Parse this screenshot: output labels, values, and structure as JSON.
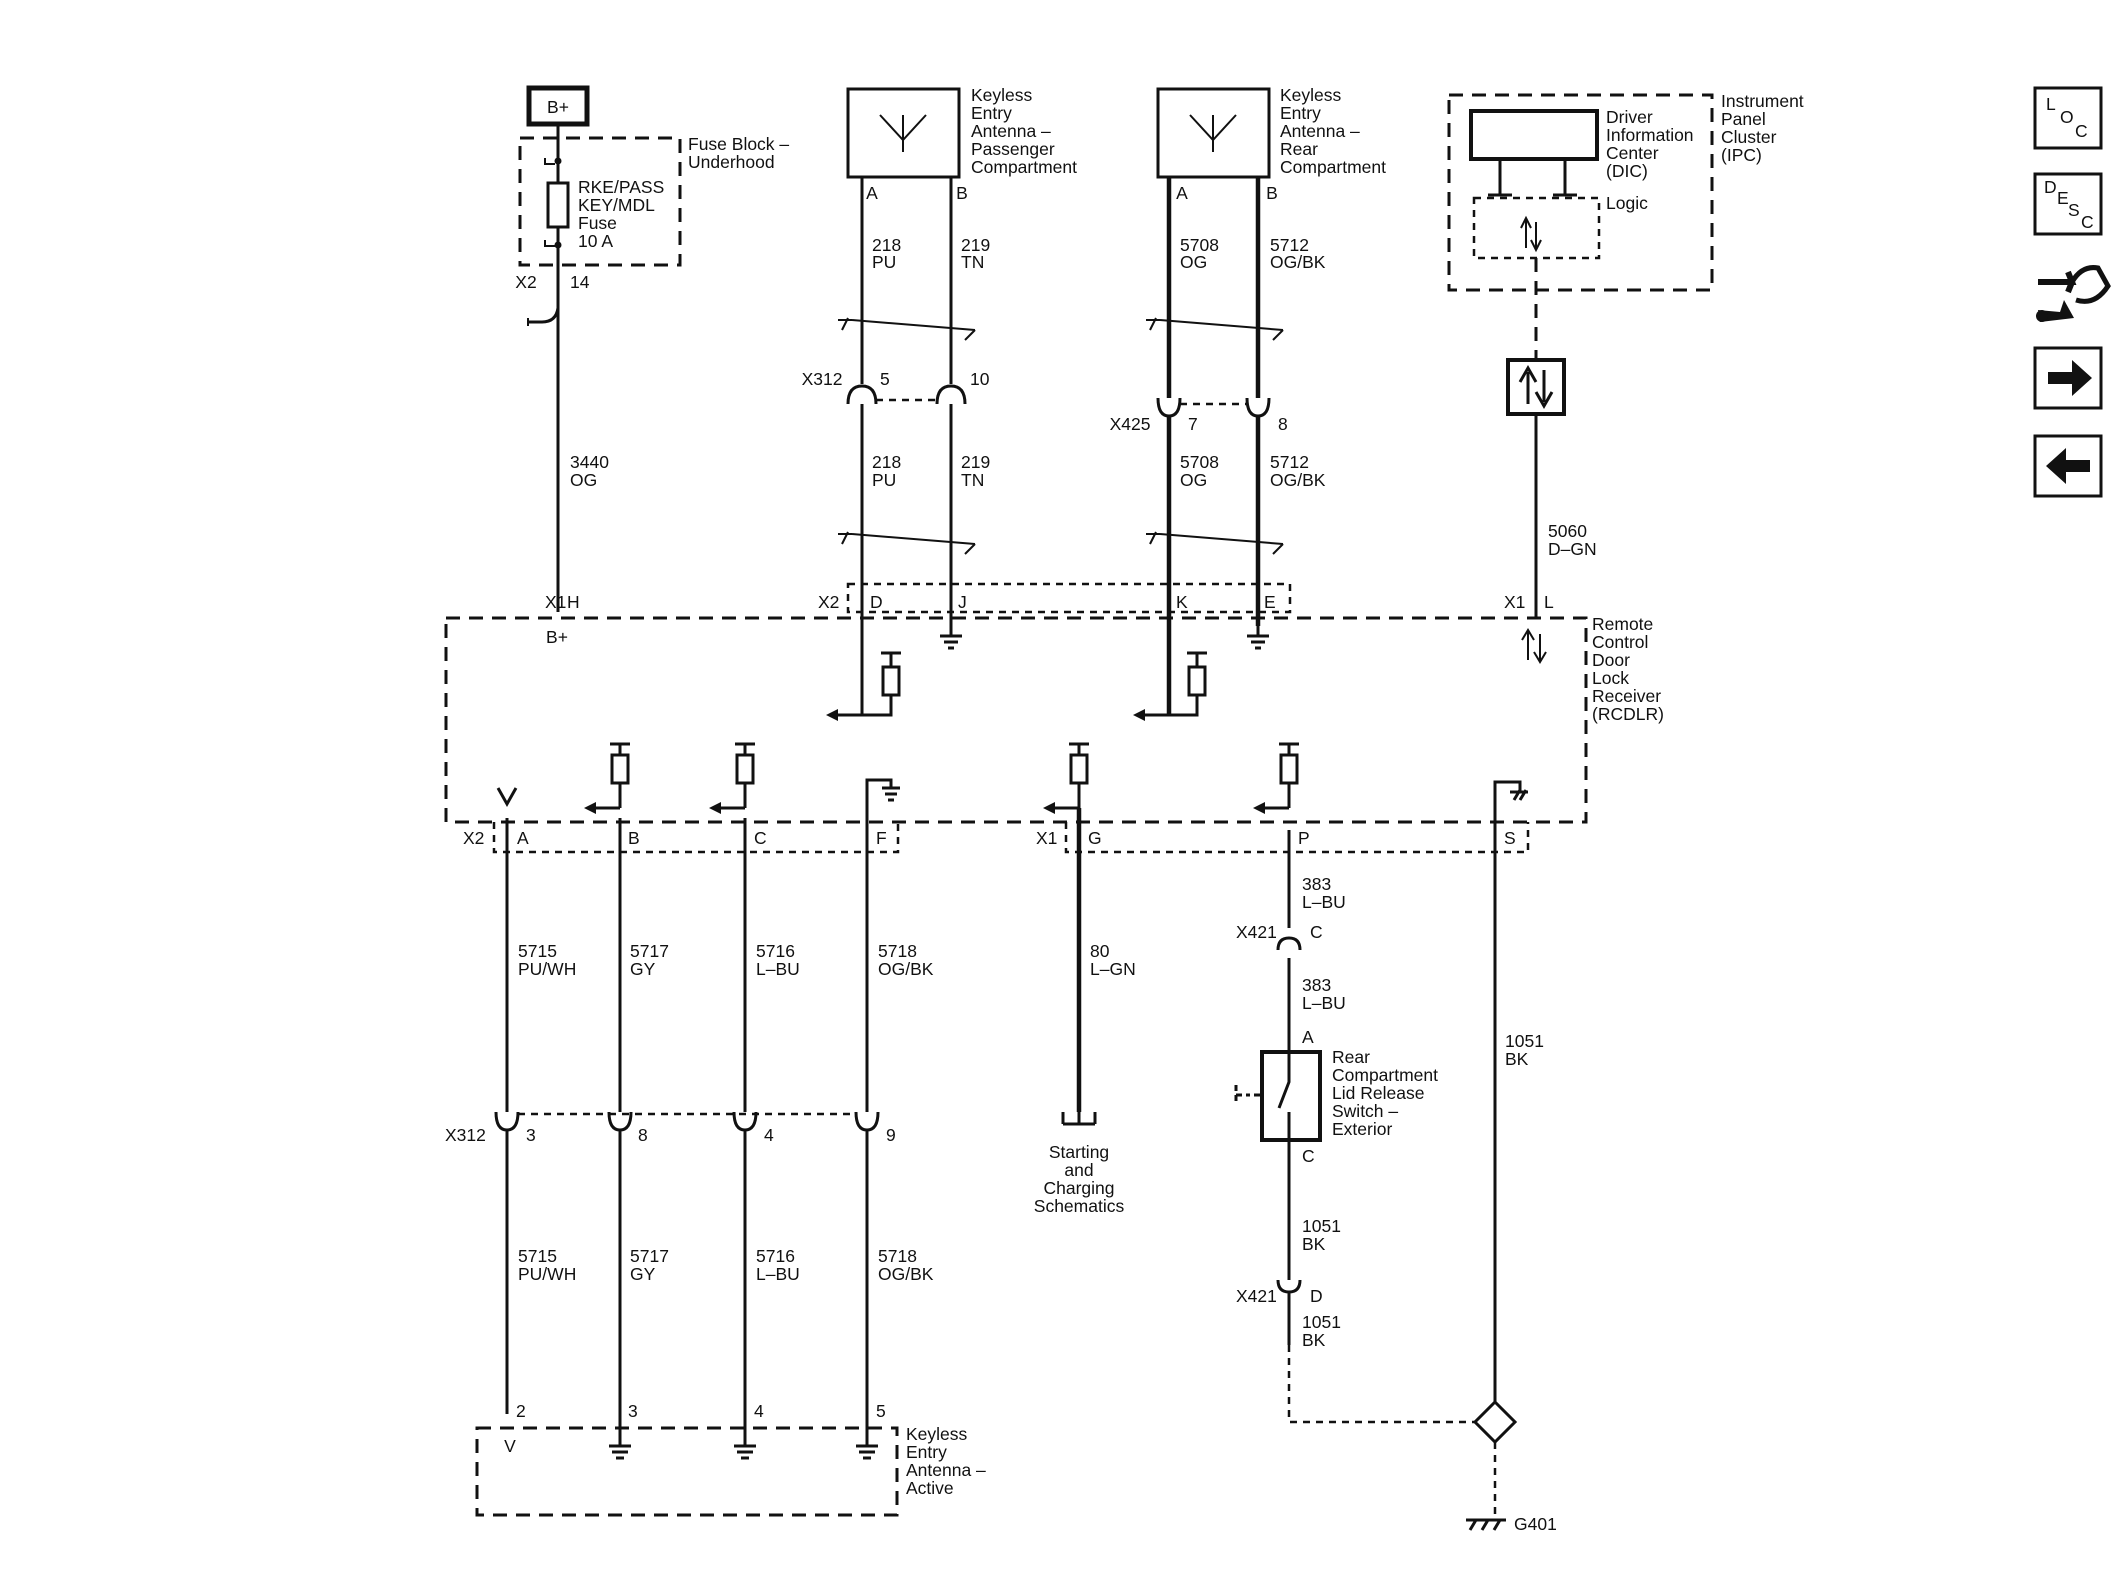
{
  "components": {
    "b_plus_label": "B+",
    "fuse_block": [
      "Fuse Block –",
      "Underhood"
    ],
    "fuse": [
      "RKE/PASS",
      "KEY/MDL",
      "Fuse",
      "10 A"
    ],
    "antenna_passenger": [
      "Keyless",
      "Entry",
      "Antenna –",
      "Passenger",
      "Compartment"
    ],
    "antenna_rear": [
      "Keyless",
      "Entry",
      "Antenna –",
      "Rear",
      "Compartment"
    ],
    "ipc": [
      "Instrument",
      "Panel",
      "Cluster",
      "(IPC)"
    ],
    "dic": [
      "Driver",
      "Information",
      "Center",
      "(DIC)"
    ],
    "logic": "Logic",
    "rcdlr": [
      "Remote",
      "Control",
      "Door",
      "Lock",
      "Receiver",
      "(RCDLR)"
    ],
    "rear_switch": [
      "Rear",
      "Compartment",
      "Lid Release",
      "Switch –",
      "Exterior"
    ],
    "antenna_active": [
      "Keyless",
      "Entry",
      "Antenna –",
      "Active"
    ],
    "starting_charging": [
      "Starting",
      "and",
      "Charging",
      "Schematics"
    ],
    "ground": "G401",
    "rcdlr_bplus": "B+"
  },
  "connectors": {
    "x2_fuse": "X2",
    "x2_fuse_pin": "14",
    "x312_top": "X312",
    "x312_top_pin1": "5",
    "x312_top_pin2": "10",
    "x425": "X425",
    "x425_pin1": "7",
    "x425_pin2": "8",
    "x1_h": "X1",
    "x1_h_pin": "H",
    "x2_top": "X2",
    "x2_top_d": "D",
    "x2_top_j": "J",
    "x2_top_k": "K",
    "x2_top_e": "E",
    "x1_l": "X1",
    "x1_l_pin": "L",
    "x2_bottom": "X2",
    "x2_a": "A",
    "x2_b": "B",
    "x2_c": "C",
    "x2_f": "F",
    "x1_bottom": "X1",
    "x1_g": "G",
    "x1_p": "P",
    "x1_s": "S",
    "x421_c": "X421",
    "x421_c_pin": "C",
    "x421_d": "X421",
    "x421_d_pin": "D",
    "x312_bot": "X312",
    "x312_bot_p3": "3",
    "x312_bot_p8": "8",
    "x312_bot_p4": "4",
    "x312_bot_p9": "9",
    "ant_p2": "2",
    "ant_p3": "3",
    "ant_p4": "4",
    "ant_p5": "5",
    "ant_v": "V",
    "antA1": "A",
    "antB1": "B",
    "antA2": "A",
    "antB2": "B",
    "sw_a": "A",
    "sw_c": "C"
  },
  "wires": {
    "w3440": [
      "3440",
      "OG"
    ],
    "w218a": [
      "218",
      "PU"
    ],
    "w219a": [
      "219",
      "TN"
    ],
    "w218b": [
      "218",
      "PU"
    ],
    "w219b": [
      "219",
      "TN"
    ],
    "w5708a": [
      "5708",
      "OG"
    ],
    "w5712a": [
      "5712",
      "OG/BK"
    ],
    "w5708b": [
      "5708",
      "OG"
    ],
    "w5712b": [
      "5712",
      "OG/BK"
    ],
    "w5060": [
      "5060",
      "D–GN"
    ],
    "w5715a": [
      "5715",
      "PU/WH"
    ],
    "w5717a": [
      "5717",
      "GY"
    ],
    "w5716a": [
      "5716",
      "L–BU"
    ],
    "w5718a": [
      "5718",
      "OG/BK"
    ],
    "w5715b": [
      "5715",
      "PU/WH"
    ],
    "w5717b": [
      "5717",
      "GY"
    ],
    "w5716b": [
      "5716",
      "L–BU"
    ],
    "w5718b": [
      "5718",
      "OG/BK"
    ],
    "w80": [
      "80",
      "L–GN"
    ],
    "w383a": [
      "383",
      "L–BU"
    ],
    "w383b": [
      "383",
      "L–BU"
    ],
    "w1051a": [
      "1051",
      "BK"
    ],
    "w1051b": [
      "1051",
      "BK"
    ],
    "w1051c": [
      "1051",
      "BK"
    ]
  },
  "nav": {
    "loc": [
      "L",
      "O",
      "C"
    ],
    "desc": [
      "D",
      "E",
      "S",
      "C"
    ]
  }
}
